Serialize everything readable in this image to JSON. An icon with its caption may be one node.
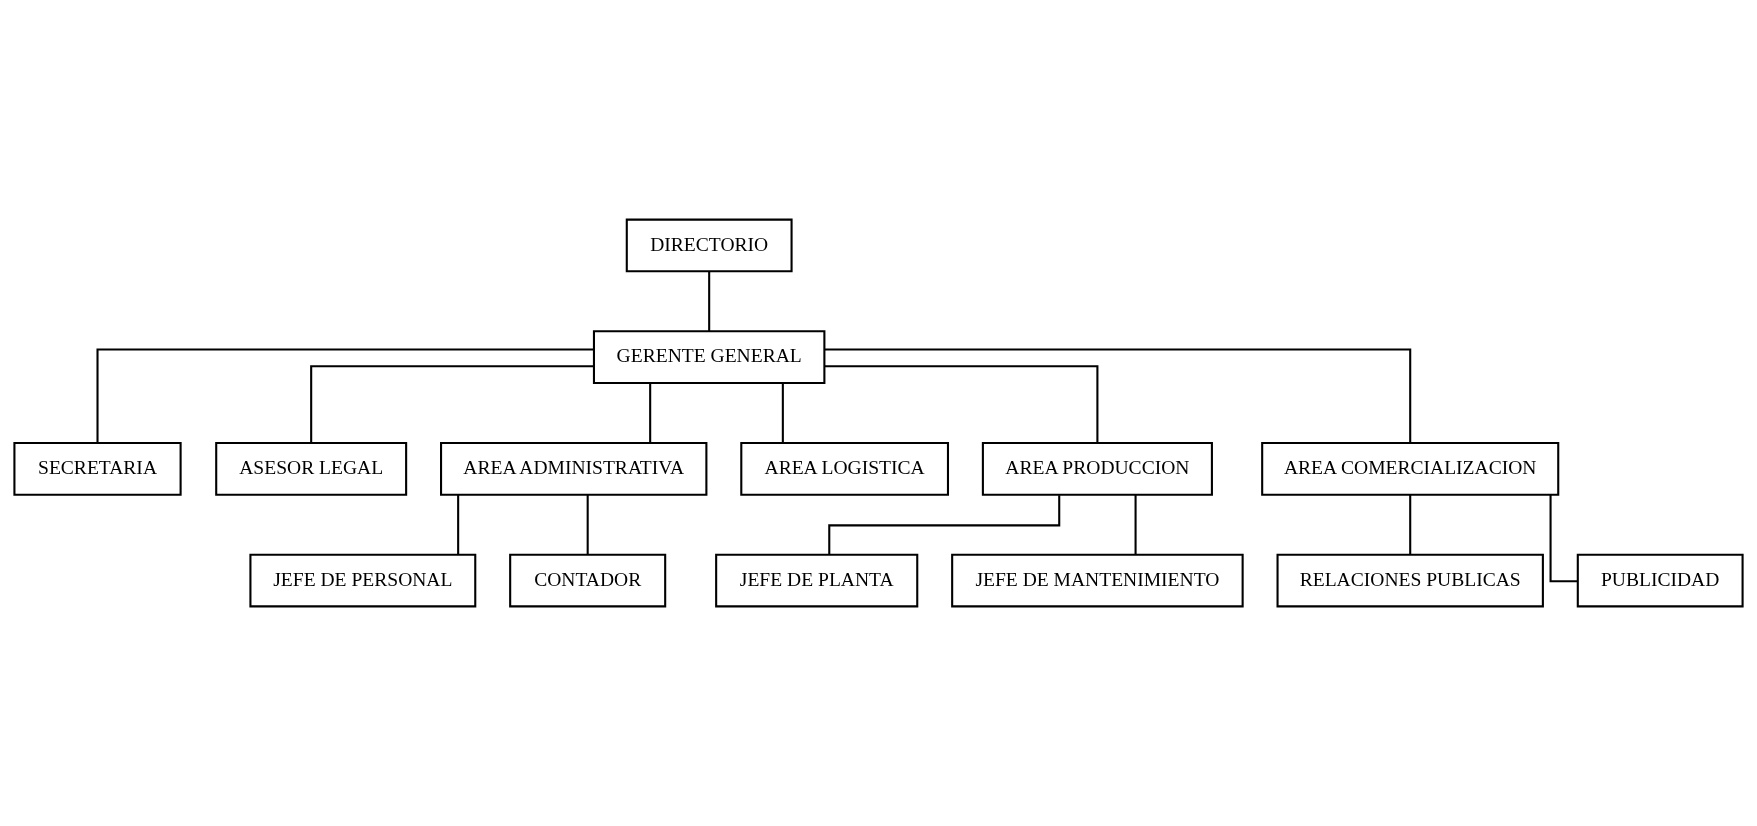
{
  "diagram": {
    "nodes": [
      {
        "text": [
          "DIRECTORIO"
        ]
      },
      {
        "text": [
          "GERENTE GENERAL"
        ]
      },
      {
        "text": [
          "SECRETARIA"
        ]
      },
      {
        "text": [
          "ASESOR LEGAL"
        ]
      },
      {
        "text": [
          "AREA ADMINISTRATIVA"
        ]
      },
      {
        "text": [
          "AREA LOGISTICA"
        ]
      },
      {
        "text": [
          "AREA PRODUCCION"
        ]
      },
      {
        "text": [
          "AREA COMERCIALIZACION"
        ]
      },
      {
        "text": [
          "JEFE DE PERSONAL"
        ]
      },
      {
        "text": [
          "CONTADOR"
        ]
      },
      {
        "text": [
          "JEFE DE PLANTA"
        ]
      },
      {
        "text": [
          "JEFE DE MANTENIMIENTO"
        ]
      },
      {
        "text": [
          "RELACIONES PUBLICAS"
        ]
      },
      {
        "text": [
          "PUBLICIDAD"
        ]
      }
    ],
    "edges": [
      {
        "from": 0,
        "to": 1,
        "arrow": "none"
      },
      {
        "from": 1,
        "to": 2,
        "arrow": "none"
      },
      {
        "from": 1,
        "to": 3,
        "arrow": "none"
      },
      {
        "from": 1,
        "to": 4,
        "arrow": "none"
      },
      {
        "from": 1,
        "to": 5,
        "arrow": "none"
      },
      {
        "from": 1,
        "to": 6,
        "arrow": "none"
      },
      {
        "from": 1,
        "to": 7,
        "arrow": "none"
      },
      {
        "from": 4,
        "to": 8,
        "arrow": "none"
      },
      {
        "from": 4,
        "to": 9,
        "arrow": "none"
      },
      {
        "from": 6,
        "to": 10,
        "arrow": "none"
      },
      {
        "from": 6,
        "to": 11,
        "arrow": "none"
      },
      {
        "from": 7,
        "to": 12,
        "arrow": "none"
      },
      {
        "from": 7,
        "to": 13,
        "arrow": "none"
      }
    ]
  }
}
